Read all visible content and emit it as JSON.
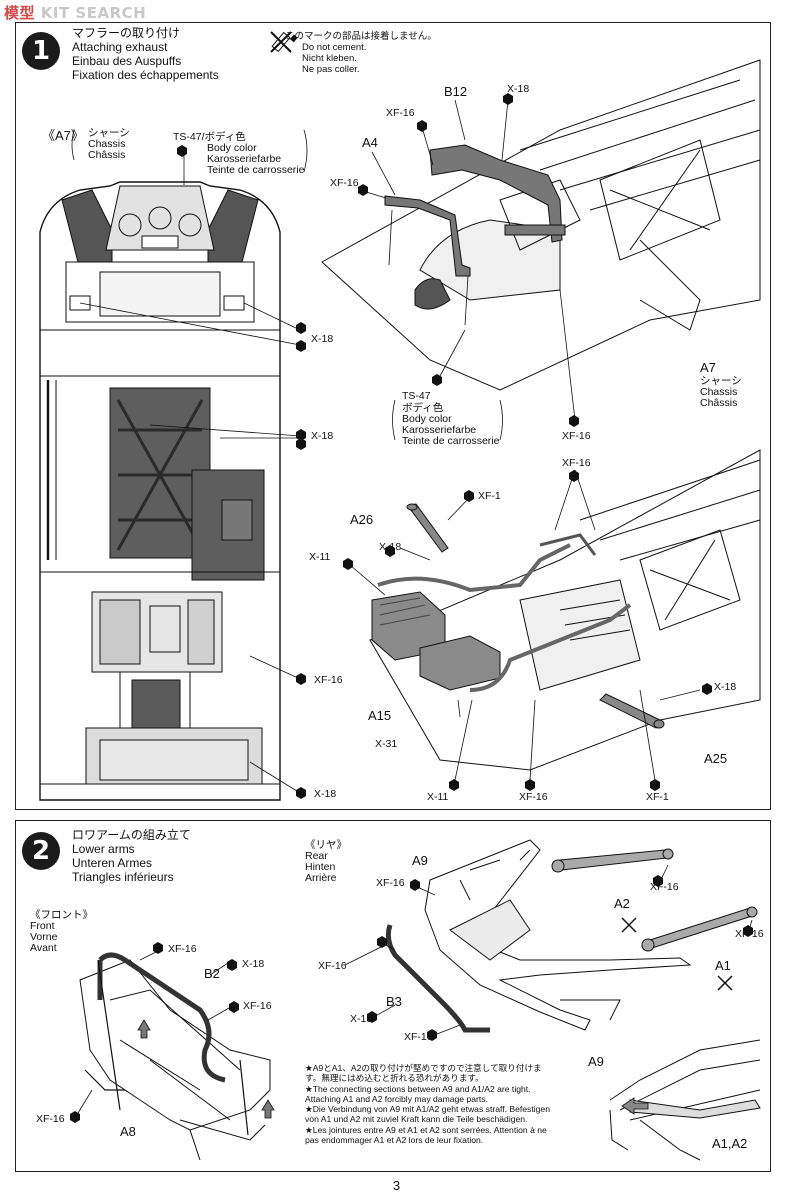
{
  "watermark": {
    "part1": "模",
    "part2": "型",
    "part3": "KIT SEARCH"
  },
  "step1": {
    "number": "1",
    "title_jp": "マフラーの取り付け",
    "title_en": "Attaching exhaust",
    "title_de": "Einbau des Auspuffs",
    "title_fr": "Fixation des échappements",
    "nocement_jp": "このマークの部品は接着しません。",
    "nocement_en": "Do not cement.",
    "nocement_de": "Nicht kleben.",
    "nocement_fr": "Ne pas coller.",
    "chassis_tag": "《A7》",
    "chassis_jp": "シャーシ",
    "chassis_en": "Chassis",
    "chassis_fr": "Châssis",
    "paint_code": "TS-47",
    "paint_jp": "ボディ色",
    "paint_en": "Body color",
    "paint_de": "Karosseriefarbe",
    "paint_fr": "Teinte de carrosserie",
    "parts": {
      "b12": "B12",
      "a4": "A4",
      "a7": "A7",
      "a26": "A26",
      "a15": "A15",
      "a25": "A25",
      "x18": "X-18",
      "xf16": "XF-16",
      "x11": "X-11",
      "xf1": "XF-1",
      "x31": "X-31"
    }
  },
  "step2": {
    "number": "2",
    "title_jp": "ロワアームの組み立て",
    "title_en": "Lower arms",
    "title_de": "Unteren Armes",
    "title_fr": "Triangles inférieurs",
    "front_jp": "《フロント》",
    "front_en": "Front",
    "front_de": "Vorne",
    "front_fr": "Avant",
    "rear_jp": "《リヤ》",
    "rear_en": "Rear",
    "rear_de": "Hinten",
    "rear_fr": "Arrière",
    "parts": {
      "b2": "B2",
      "b3": "B3",
      "a8": "A8",
      "a9": "A9",
      "a1": "A1",
      "a2": "A2",
      "a1a2": "A1,A2",
      "x18": "X-18",
      "xf16": "XF-16"
    },
    "note_jp": "★A9とA1、A2の取り付けが堅めですので注意して取り付けます。無理にはめ込むと折れる恐れがあります。",
    "note_en": "★The connecting sections between A9 and A1/A2 are tight. Attaching A1 and A2 forcibly may damage parts.",
    "note_de": "★Die Verbindung von A9 mit A1/A2 geht etwas straff. Befestigen von A1 und A2 mit zuviel Kraft kann die Teile beschädigen.",
    "note_fr": "★Les jointures entre A9 et A1 et A2 sont serrées. Attention à ne pas endommager A1 et A2 lors de leur fixation."
  },
  "page_number": "3"
}
